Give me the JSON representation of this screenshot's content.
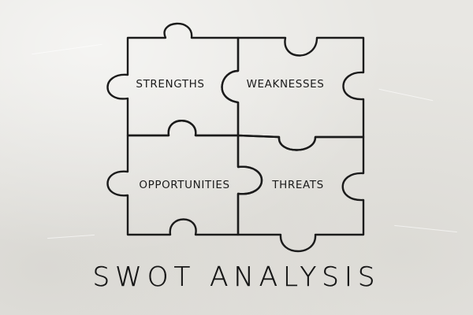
{
  "diagram": {
    "quadrants": [
      {
        "key": "strengths",
        "label": "STRENGTHS"
      },
      {
        "key": "weaknesses",
        "label": "WEAKNESSES"
      },
      {
        "key": "opportunities",
        "label": "OPPORTUNITIES"
      },
      {
        "key": "threats",
        "label": "THREATS"
      }
    ],
    "title": "SWOT ANALYSIS",
    "colors": {
      "ink": "#1b1b1b",
      "paper": "#e8e7e3"
    }
  }
}
